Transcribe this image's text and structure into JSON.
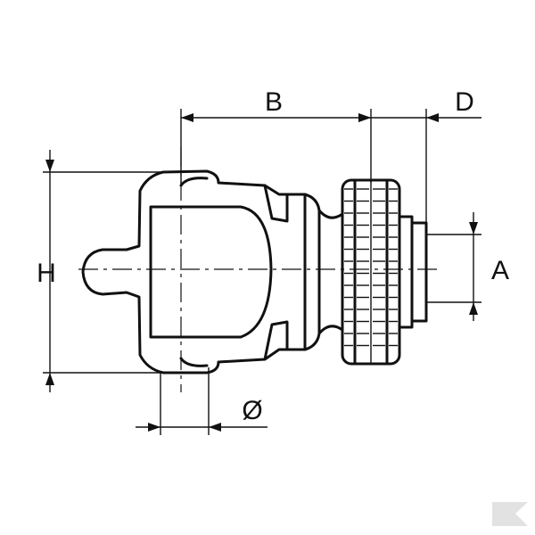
{
  "drawing": {
    "subject": "pto-yoke-with-quick-release-collar",
    "dimensions": {
      "b": "B",
      "d": "D",
      "h": "H",
      "a": "A",
      "diameter": "Ø"
    }
  },
  "colors": {
    "ink": "#111111",
    "background": "#ffffff",
    "watermark": "#e2e2e2"
  }
}
